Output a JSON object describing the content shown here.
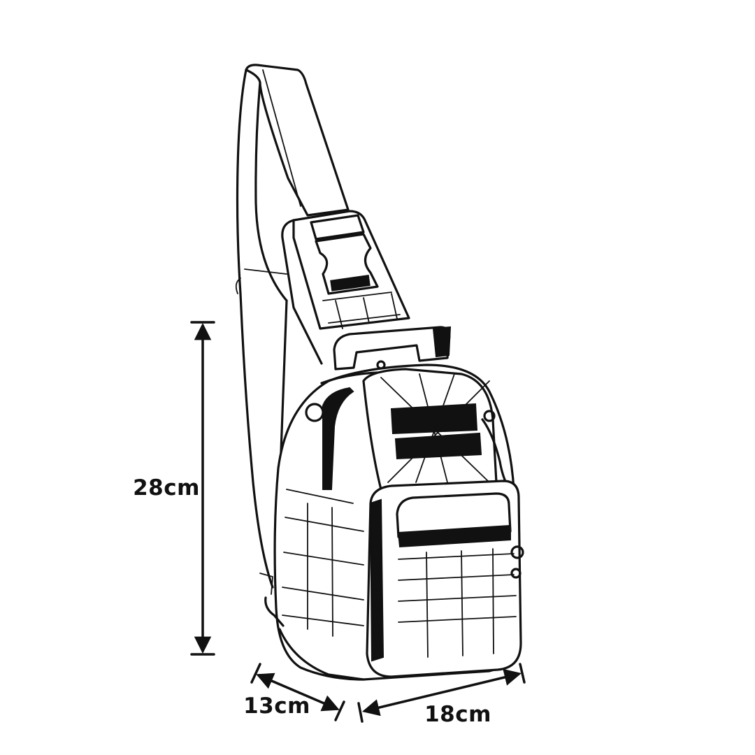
{
  "dimensions": {
    "height": "28cm",
    "depth": "13cm",
    "width": "18cm"
  }
}
